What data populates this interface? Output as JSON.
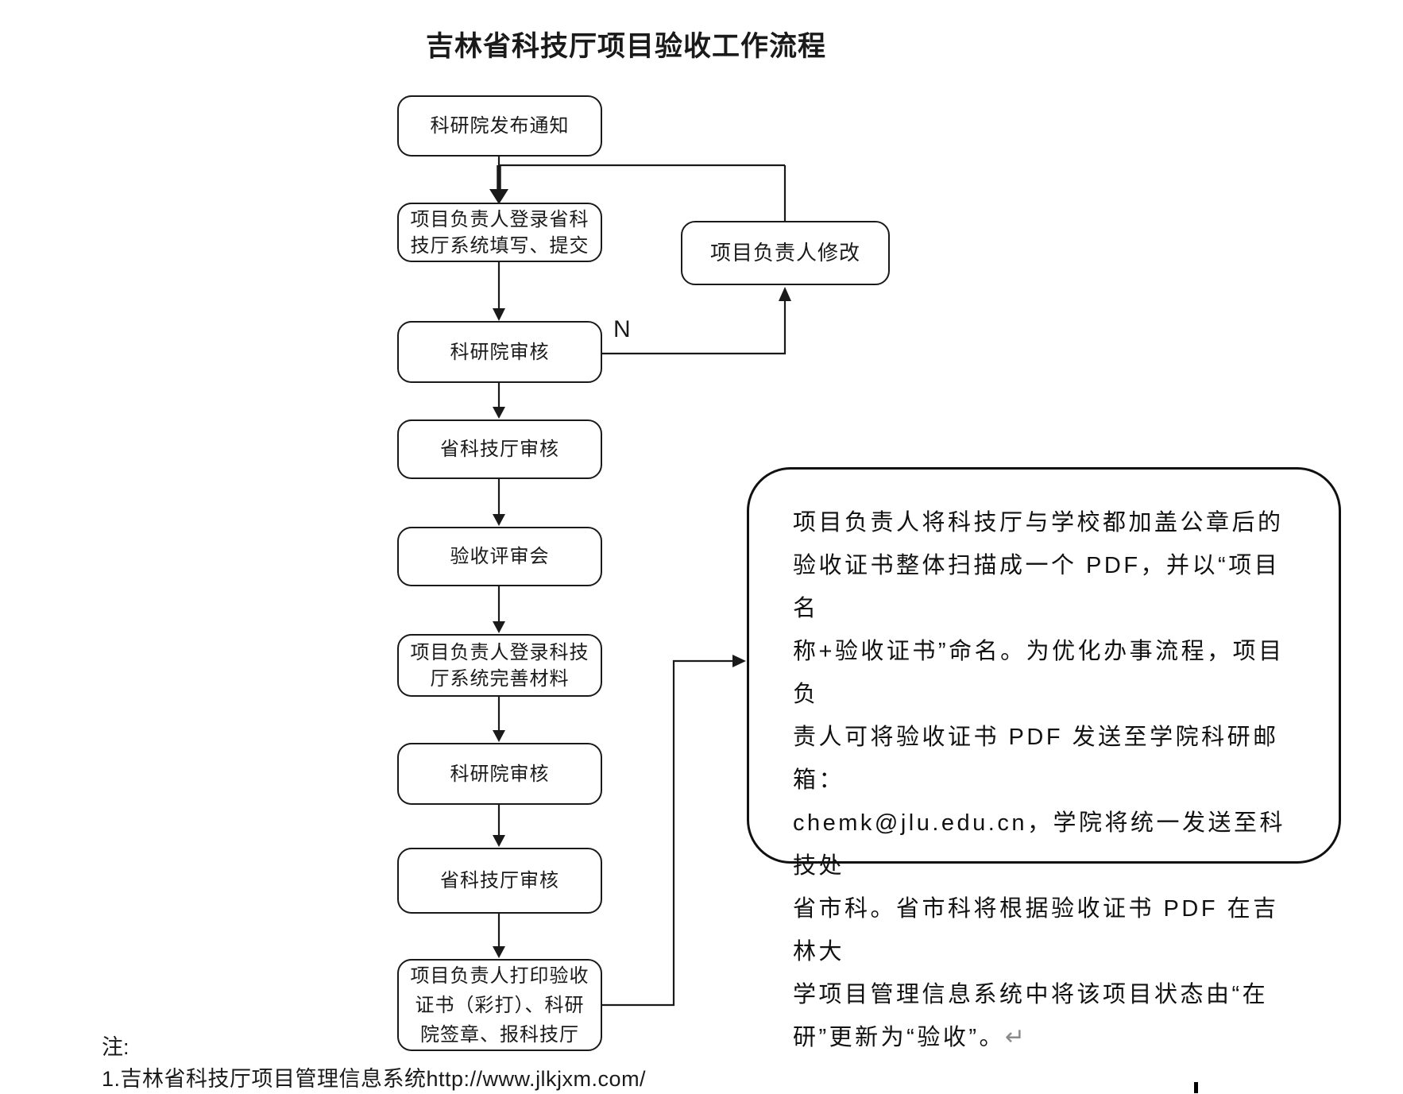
{
  "title": "吉林省科技厅项目验收工作流程",
  "flow": {
    "steps": [
      {
        "label": "科研院发布通知"
      },
      {
        "label": "项目负责人登录省科\n技厅系统填写、提交"
      },
      {
        "label": "科研院审核"
      },
      {
        "label": "省科技厅审核"
      },
      {
        "label": "验收评审会"
      },
      {
        "label": "项目负责人登录科技\n厅系统完善材料"
      },
      {
        "label": "科研院审核"
      },
      {
        "label": "省科技厅审核"
      },
      {
        "label": "项目负责人打印验收\n证书（彩打）、科研\n院签章、报科技厅"
      }
    ],
    "revision_box_label": "项目负责人修改",
    "branch_label": "N"
  },
  "sidebox": {
    "text": "项目负责人将科技厅与学校都加盖公章后的\n验收证书整体扫描成一个 PDF，并以“项目名\n称+验收证书”命名。为优化办事流程，项目负\n责人可将验收证书 PDF 发送至学院科研邮箱：\nchemk@jlu.edu.cn，学院将统一发送至科技处\n省市科。省市科将根据验收证书 PDF 在吉林大\n学项目管理信息系统中将该项目状态由“在\n研”更新为“验收”。",
    "return_mark": "↵",
    "email": "chemk@jlu.edu.cn"
  },
  "notes": {
    "heading": "注:",
    "line1": "1.吉林省科技厅项目管理信息系统http://www.jlkjxm.com/",
    "url": "http://www.jlkjxm.com/"
  },
  "colors": {
    "stroke": "#1a1a1a",
    "background": "#ffffff",
    "return_mark": "#8a8a8a"
  }
}
